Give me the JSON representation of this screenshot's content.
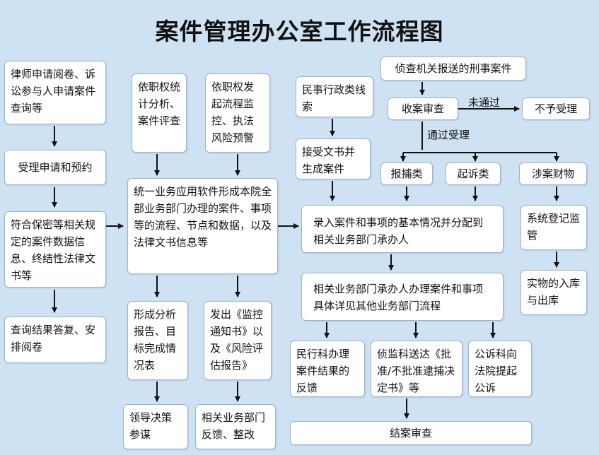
{
  "title": "案件管理办公室工作流程图",
  "boxes": {
    "lawyer_request": "律师申请阅卷、诉讼参与人申请案件查询等",
    "accept_request": "受理申请和预约",
    "matching_info": "符合保密等相关规定的案件数据信息、终结性法律文书等",
    "query_reply": "查询结果答复、安排阅卷",
    "stat_analysis": "依职权统计分析、案件评查",
    "initiate_monitor": "依职权发起流程监控、执法风险预警",
    "unified_software": "统一业务应用软件形成本院全部业务部门办理的案件、事项等的流程、节点和数据，以及法律文书信息等",
    "analysis_report": "形成分析报告、目标完成情况表",
    "monitor_notice": "发出《监控通知书》以及《风险评估报告》",
    "leader_decision": "领导决策参谋",
    "dept_feedback": "相关业务部门反馈、整改",
    "civil_admin": "民事行政类线索",
    "receive_doc": "接受文书并生成案件",
    "criminal_case": "侦查机关报送的刑事案件",
    "intake_review": "收案审查",
    "reject": "不予受理",
    "arrest": "报捕类",
    "prosecute": "起诉类",
    "property": "涉案财物",
    "input_case": "录入案件和事项的基本情况并分配到相关业务部门承办人",
    "handle_case": "相关业务部门承办人办理案件和事项具体详见其他业务部门流程",
    "system_register": "系统登记监管",
    "property_inout": "实物的入库与出库",
    "civil_feedback": "民行科办理案件结果的反馈",
    "arrest_decision": "侦监科送达《批准/不批准逮捕决定书》等",
    "public_prosecution": "公诉科向法院提起公诉",
    "close_review": "结案审查"
  },
  "labels": {
    "not_passed": "未通过",
    "passed": "通过受理"
  }
}
